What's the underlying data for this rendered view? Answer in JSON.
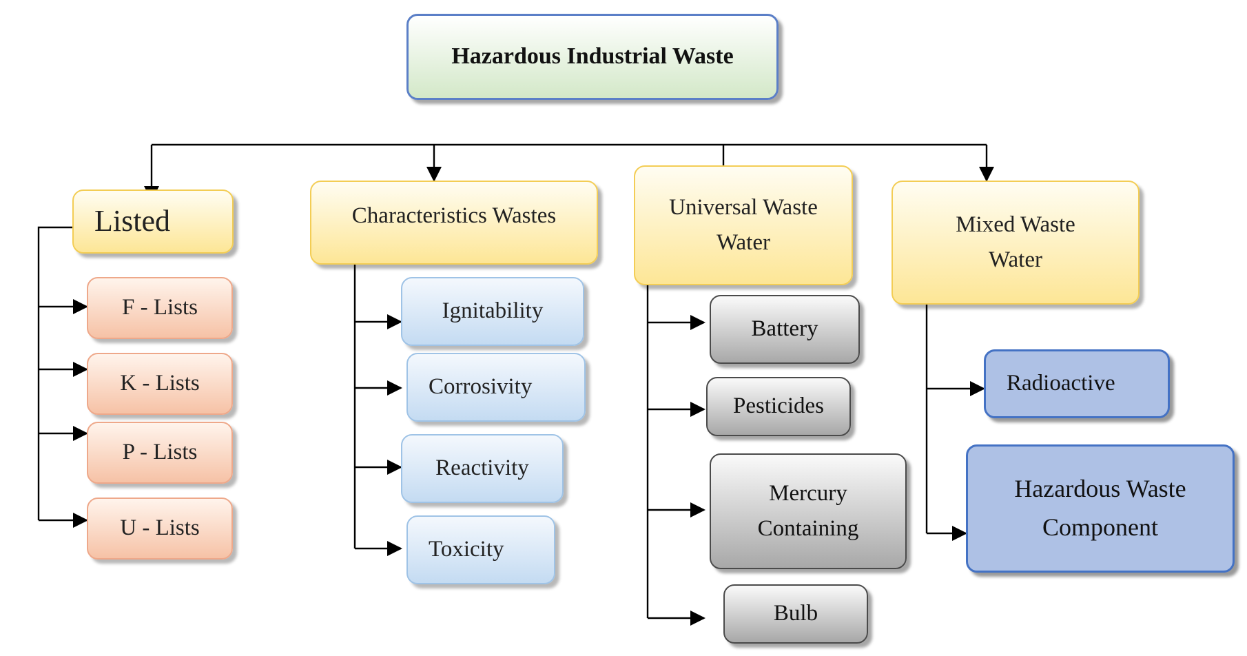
{
  "root": {
    "label": "Hazardous Industrial Waste"
  },
  "categories": [
    {
      "label": "Listed",
      "children": [
        "F - Lists",
        "K - Lists",
        "P - Lists",
        "U - Lists"
      ]
    },
    {
      "label": "Characteristics Wastes",
      "children": [
        "Ignitability",
        "Corrosivity",
        "Reactivity",
        "Toxicity"
      ]
    },
    {
      "label": "Universal Waste Water",
      "line1": "Universal Waste",
      "line2": "Water",
      "children": [
        "Battery",
        "Pesticides",
        "Mercury Containing",
        "Bulb"
      ],
      "mercury_line1": "Mercury",
      "mercury_line2": "Containing"
    },
    {
      "label": "Mixed Waste Water",
      "line1": "Mixed Waste",
      "line2": "Water",
      "children": [
        "Radioactive",
        "Hazardous Waste Component"
      ],
      "hwc_line1": "Hazardous Waste",
      "hwc_line2": "Component"
    }
  ],
  "colors": {
    "root_border": "#5b7fc7",
    "root_fill": "#d3e8c8",
    "category_fill": "#fde696",
    "listed_child_fill": "#f6c2a6",
    "characteristics_child_fill": "#c4dbf2",
    "universal_child_fill": "#a8a8a8",
    "mixed_child_fill": "#aec1e5",
    "connector": "#000000"
  }
}
